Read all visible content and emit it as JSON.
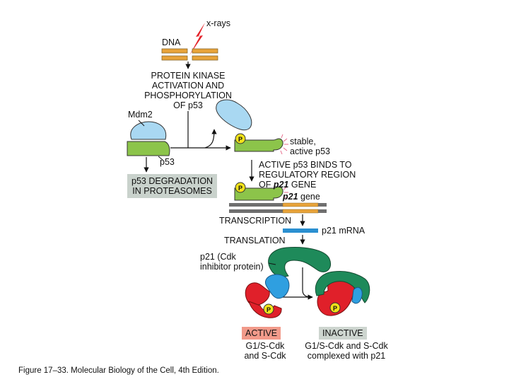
{
  "labels": {
    "xrays": "x-rays",
    "dna": "DNA",
    "kinase_line1": "PROTEIN KINASE",
    "kinase_line2": "ACTIVATION AND",
    "kinase_line3": "PHOSPHORYLATION",
    "kinase_line4": "OF p53",
    "mdm2": "Mdm2",
    "p53": "p53",
    "stable_line1": "stable,",
    "stable_line2": "active p53",
    "binds_line1": "ACTIVE p53 BINDS TO",
    "binds_line2": "REGULATORY REGION",
    "binds_line3_prefix": "OF ",
    "binds_line3_gene": "p21",
    "binds_line3_suffix": " GENE",
    "p21_gene_italic": "p21",
    "p21_gene_suffix": " gene",
    "degradation_line1": "p53 DEGRADATION",
    "degradation_line2": "IN PROTEASOMES",
    "transcription": "TRANSCRIPTION",
    "p21_mrna": "p21 mRNA",
    "translation": "TRANSLATION",
    "p21_protein_line1": "p21 (Cdk",
    "p21_protein_line2": "inhibitor protein)",
    "active": "ACTIVE",
    "active_desc_line1": "G1/S-Cdk",
    "active_desc_line2": "and S-Cdk",
    "inactive": "INACTIVE",
    "inactive_desc_line1": "G1/S-Cdk and S-Cdk",
    "inactive_desc_line2": "complexed with p21",
    "phospho": "P"
  },
  "caption": "Figure 17–33. Molecular Biology of the Cell, 4th Edition.",
  "colors": {
    "dna_orange": "#e8a33a",
    "p53_green": "#8cc44a",
    "mdm2_blue": "#a9d8f2",
    "phosphate_yellow": "#f2e21a",
    "mrna_blue": "#2a8fd0",
    "p21_green": "#1e8a5a",
    "cdk_red": "#e0202a",
    "cyclin_blue": "#2f9fe0",
    "xray_red": "#e3232a",
    "gene_gray": "#6f6f6f",
    "degradation_box": "#c9d2cc",
    "active_box": "#f29a8a",
    "inactive_box": "#cdd5cf"
  }
}
